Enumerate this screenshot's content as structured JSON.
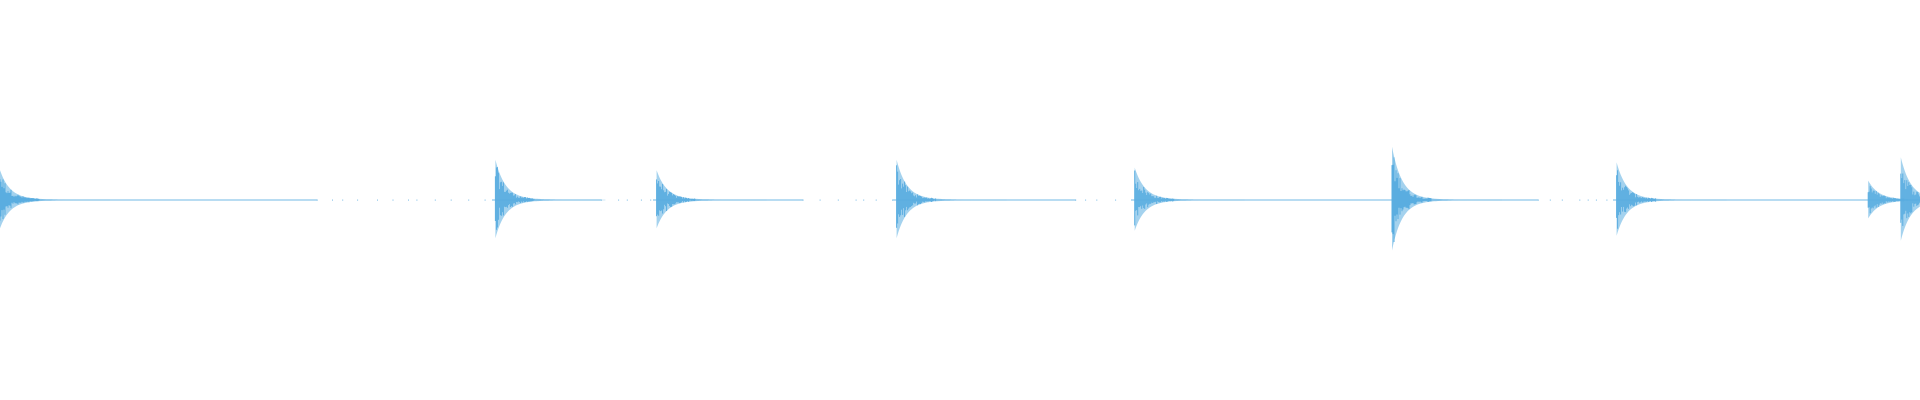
{
  "waveform": {
    "color": "#5aade0",
    "baseline_color": "#5aade0",
    "background": "#ffffff",
    "onsets": [
      {
        "time": 0.0,
        "peak": 0.22
      },
      {
        "time": 0.258,
        "peak": 0.3
      },
      {
        "time": 0.342,
        "peak": 0.22
      },
      {
        "time": 0.467,
        "peak": 0.3
      },
      {
        "time": 0.591,
        "peak": 0.24
      },
      {
        "time": 0.725,
        "peak": 0.4
      },
      {
        "time": 0.842,
        "peak": 0.28
      },
      {
        "time": 0.973,
        "peak": 0.14
      },
      {
        "time": 0.99,
        "peak": 0.32
      }
    ],
    "gaps": [
      {
        "start": 0.165,
        "end": 0.256
      },
      {
        "start": 0.313,
        "end": 0.34
      },
      {
        "start": 0.418,
        "end": 0.465
      },
      {
        "start": 0.56,
        "end": 0.589
      },
      {
        "start": 0.801,
        "end": 0.84
      }
    ]
  }
}
